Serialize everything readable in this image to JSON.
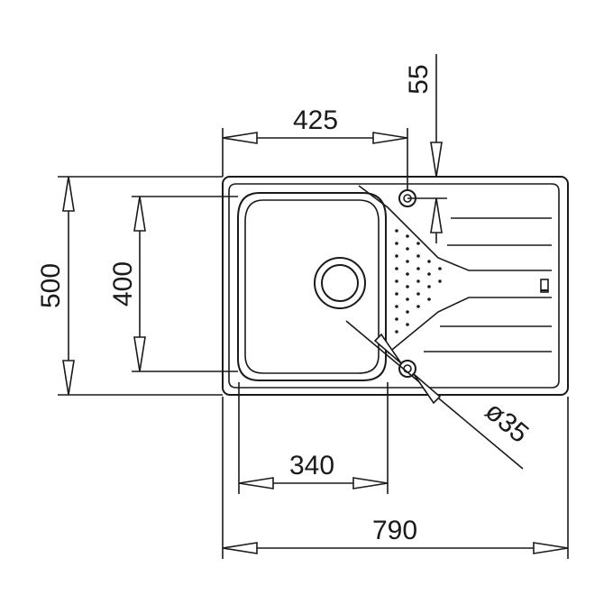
{
  "drawing": {
    "dimensions": {
      "total_width": "790",
      "total_depth": "500",
      "bowl_depth": "400",
      "bowl_width": "340",
      "bowl_offset": "425",
      "tap_offset": "55",
      "tap_hole": "ø35"
    }
  },
  "colors": {
    "line": "#1a1a1a",
    "background": "#ffffff"
  }
}
